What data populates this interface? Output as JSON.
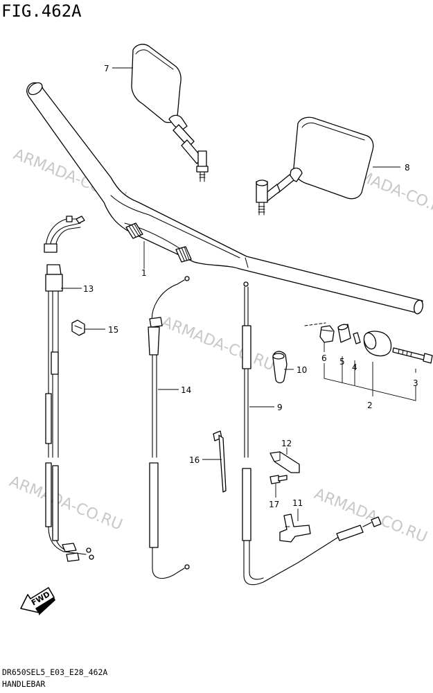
{
  "figure": {
    "title": "FIG.462A",
    "code": "DR650SEL5_E03_E28_462A",
    "name": "HANDLEBAR",
    "watermark": "ARMADA-CO.RU",
    "direction_label": "FWD"
  },
  "callouts": [
    {
      "id": "1",
      "part": "handlebar"
    },
    {
      "id": "2",
      "part": "balancer-assembly"
    },
    {
      "id": "3",
      "part": "balancer-bolt"
    },
    {
      "id": "4",
      "part": "balancer-washer"
    },
    {
      "id": "5",
      "part": "balancer-spacer"
    },
    {
      "id": "6",
      "part": "balancer-nut"
    },
    {
      "id": "7",
      "part": "left-mirror"
    },
    {
      "id": "8",
      "part": "right-mirror"
    },
    {
      "id": "9",
      "part": "clutch-cable"
    },
    {
      "id": "10",
      "part": "cable-boot"
    },
    {
      "id": "11",
      "part": "cable-bracket"
    },
    {
      "id": "12",
      "part": "cable-clamp"
    },
    {
      "id": "13",
      "part": "throttle-cable"
    },
    {
      "id": "14",
      "part": "choke-cable"
    },
    {
      "id": "15",
      "part": "cable-clip"
    },
    {
      "id": "16",
      "part": "cable-tie"
    },
    {
      "id": "17",
      "part": "bracket-bolt"
    }
  ]
}
